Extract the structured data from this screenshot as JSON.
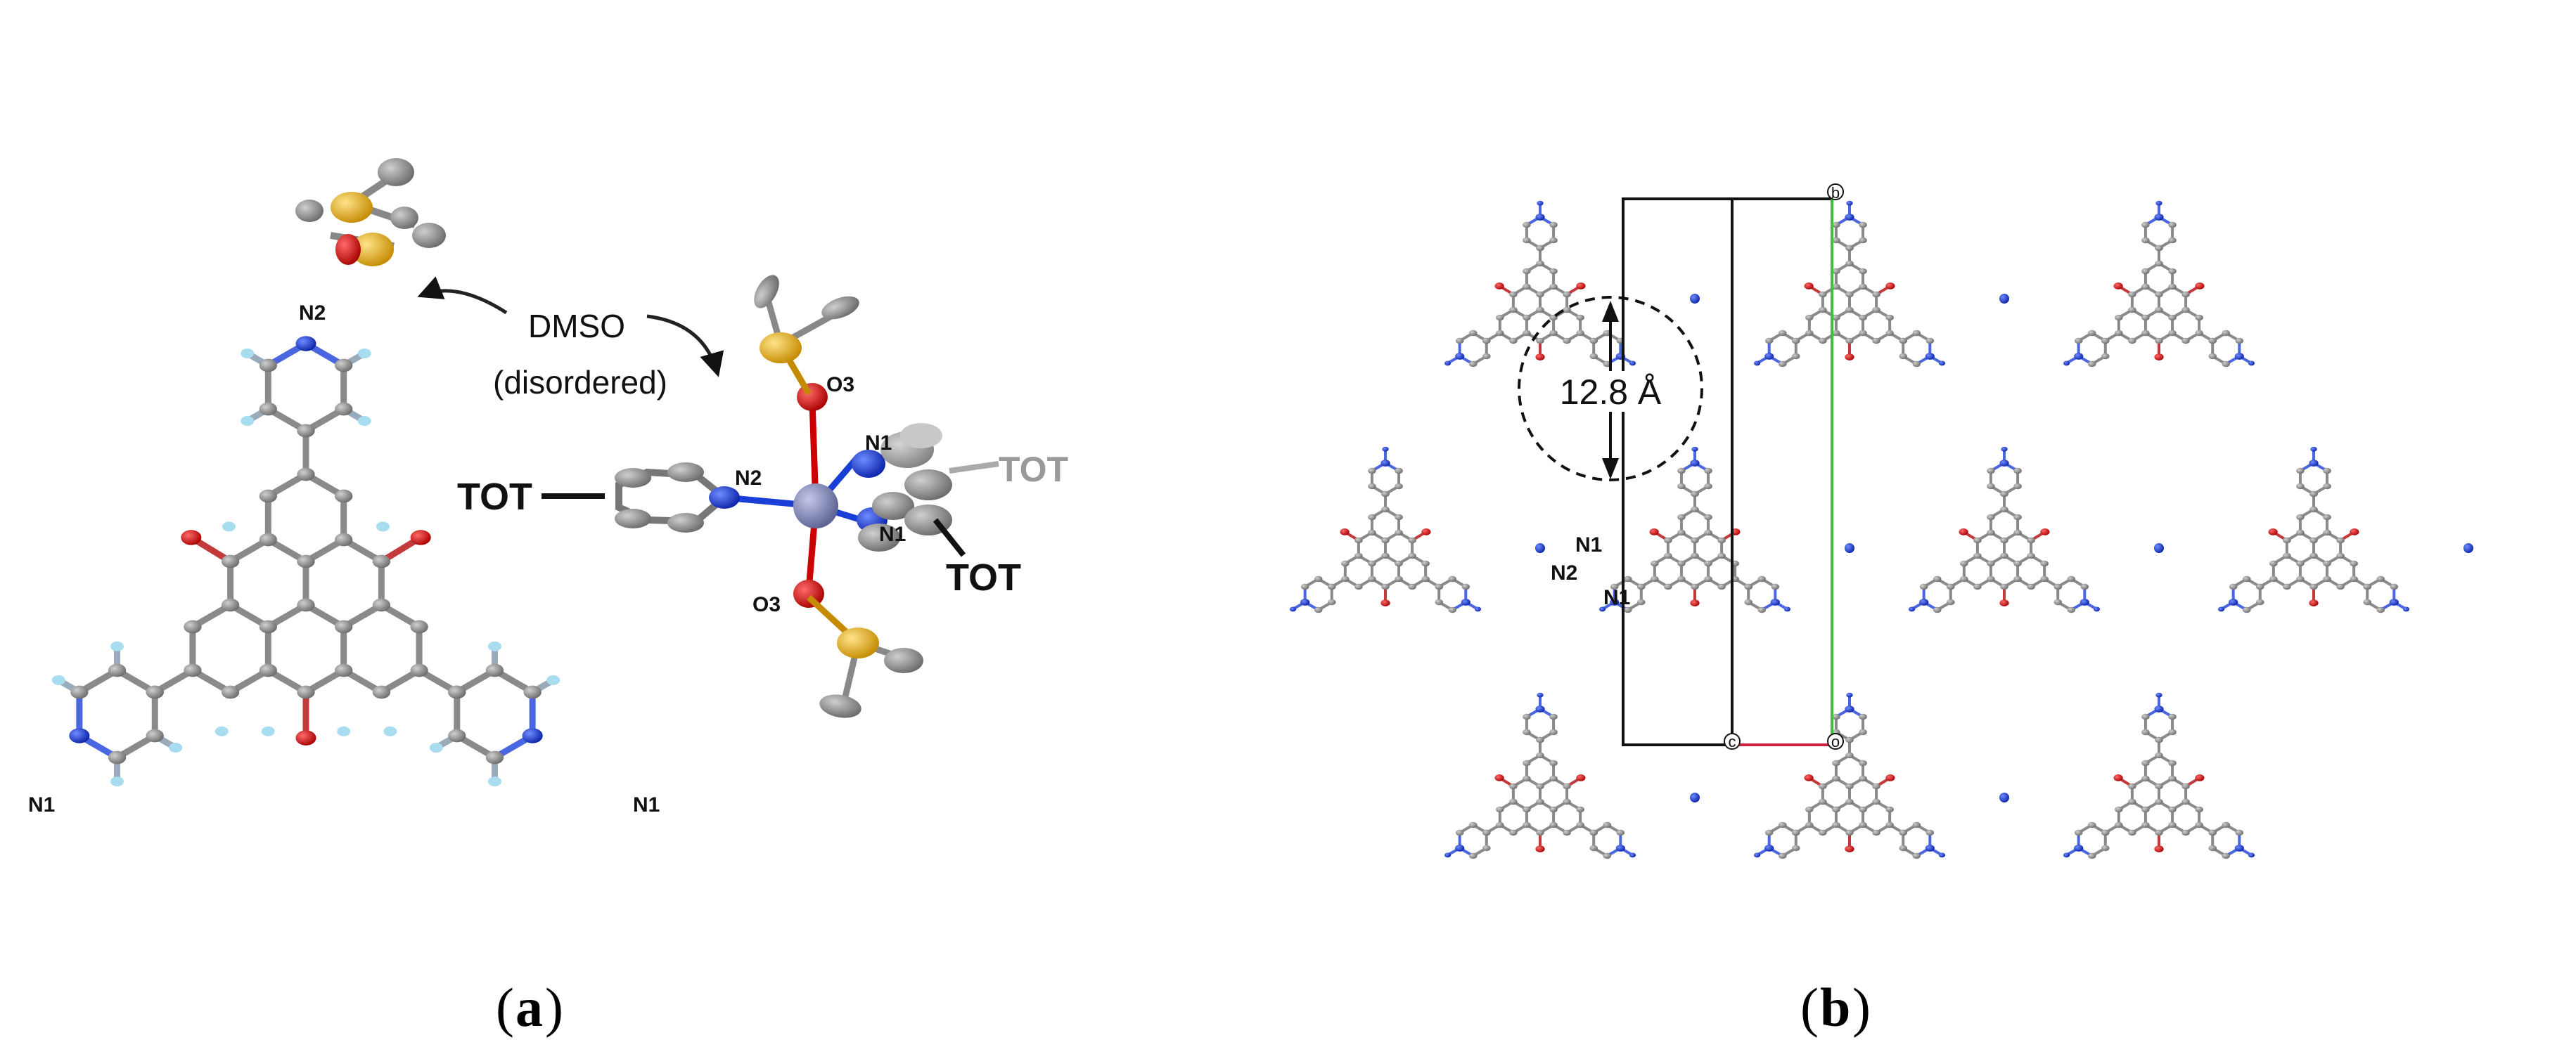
{
  "panel_a": {
    "caption_open": "(",
    "caption_letter": "a",
    "caption_close": ")",
    "labels": {
      "n2_top": "N2",
      "dmso_line1": "DMSO",
      "dmso_line2": "(disordered)",
      "o3_top": "O3",
      "n2_center": "N2",
      "n1_upper": "N1",
      "n1_lower": "N1",
      "o3_bottom": "O3",
      "tot_left": "TOT",
      "tot_right_gray": "TOT",
      "tot_right_black": "TOT",
      "n1_left": "N1",
      "n1_right": "N1"
    }
  },
  "panel_b": {
    "caption_open": "(",
    "caption_letter": "b",
    "caption_close": ")",
    "distance_label": "12.8 Å",
    "labels": {
      "n1_a": "N1",
      "n2": "N2",
      "n1_b": "N1",
      "axis_b": "b",
      "axis_c": "c",
      "axis_o": "o"
    }
  },
  "colors": {
    "carbon": "#8a8a8a",
    "nitrogen": "#1f3fd6",
    "oxygen": "#d01818",
    "hydrogen": "#a8dcef",
    "sulfur": "#f0c030",
    "metal": "#7f86b8",
    "cell_b_axis": "#40c040",
    "cell_a_axis": "#d02040"
  }
}
